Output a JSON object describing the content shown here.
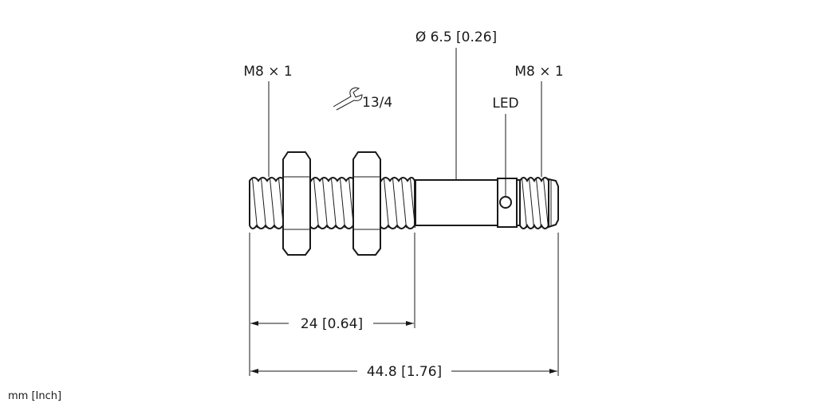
{
  "labels": {
    "thread_left": "M8 × 1",
    "thread_right": "M8 × 1",
    "diameter": "Ø 6.5 [0.26]",
    "wrench_size": "13/4",
    "led": "LED",
    "dim_thread_length": "24 [0.64]",
    "dim_total_length": "44.8 [1.76]",
    "units": "mm [Inch]"
  },
  "icons": {
    "wrench": "wrench-icon"
  }
}
